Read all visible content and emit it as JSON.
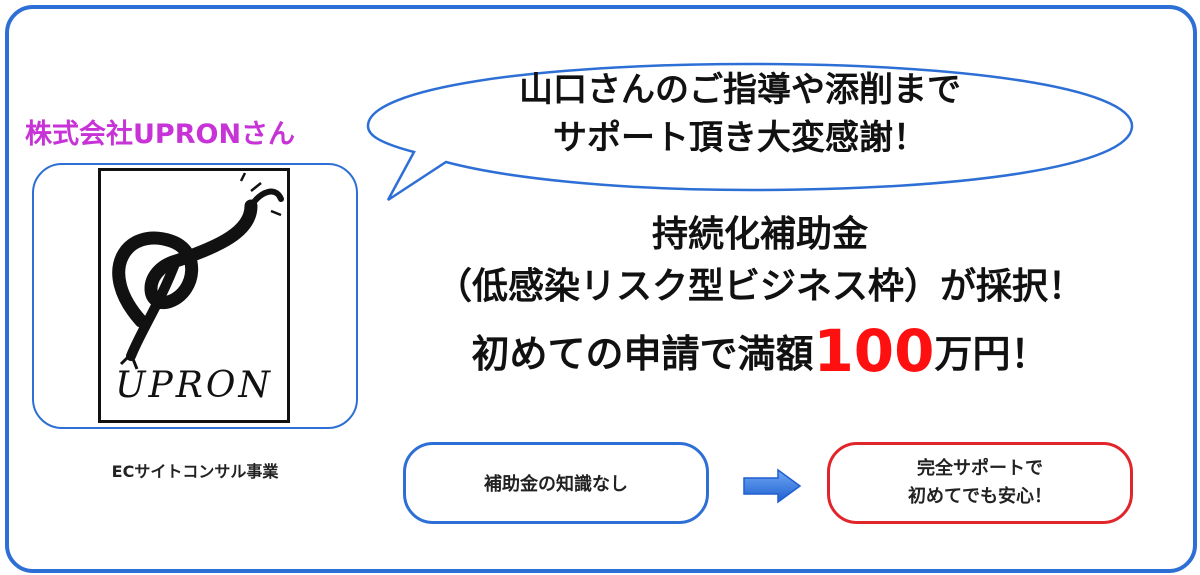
{
  "company": {
    "name": "株式会社UPRONさん"
  },
  "logo": {
    "text": "UPRON"
  },
  "business": {
    "label": "ECサイトコンサル事業"
  },
  "bubble": {
    "line1": "山口さんのご指導や添削まで",
    "line2": "サポート頂き大変感謝！"
  },
  "headline": {
    "line1": "持続化補助金",
    "line2": "（低感染リスク型ビジネス枠）が採択！",
    "line3_prefix": "初めての申請で満額",
    "line3_amount": "100",
    "line3_suffix": "万円！"
  },
  "comparison": {
    "before": "補助金の知識なし",
    "after_line1": "完全サポートで",
    "after_line2": "初めてでも安心！"
  },
  "colors": {
    "frame_blue": "#2e6fd6",
    "company_magenta": "#c733d6",
    "amount_red": "#ff1010",
    "after_border_red": "#e0262a"
  },
  "icons": {
    "arrow": "arrow-right-icon"
  }
}
